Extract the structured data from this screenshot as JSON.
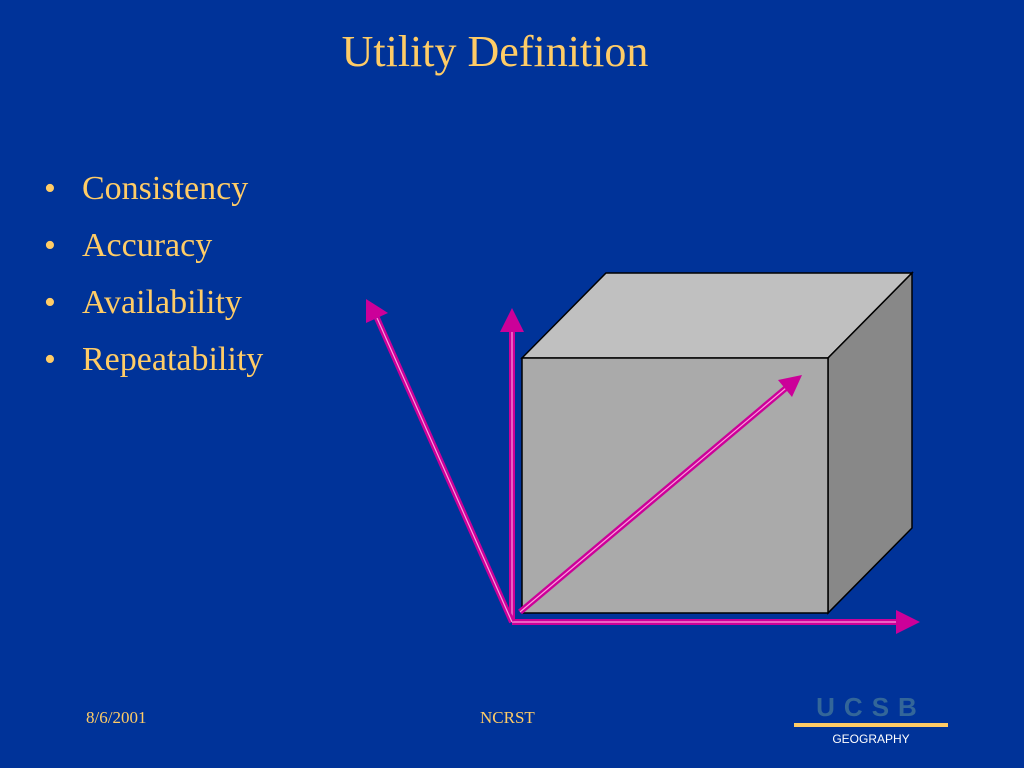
{
  "slide": {
    "title": "Utility Definition",
    "bullets": [
      "Consistency",
      "Accuracy",
      "Availability",
      "Repeatability"
    ],
    "bullet_symbol": "•"
  },
  "footer": {
    "date": "8/6/2001",
    "center_text": "NCRST"
  },
  "logo": {
    "letters": "UCSB",
    "subtitle": "GEOGRAPHY"
  },
  "colors": {
    "background": "#003399",
    "text": "#ffcc66",
    "arrow": "#cc0099",
    "cube_front": "#aaaaaa",
    "cube_top": "#c0c0c0",
    "cube_side": "#888888"
  }
}
